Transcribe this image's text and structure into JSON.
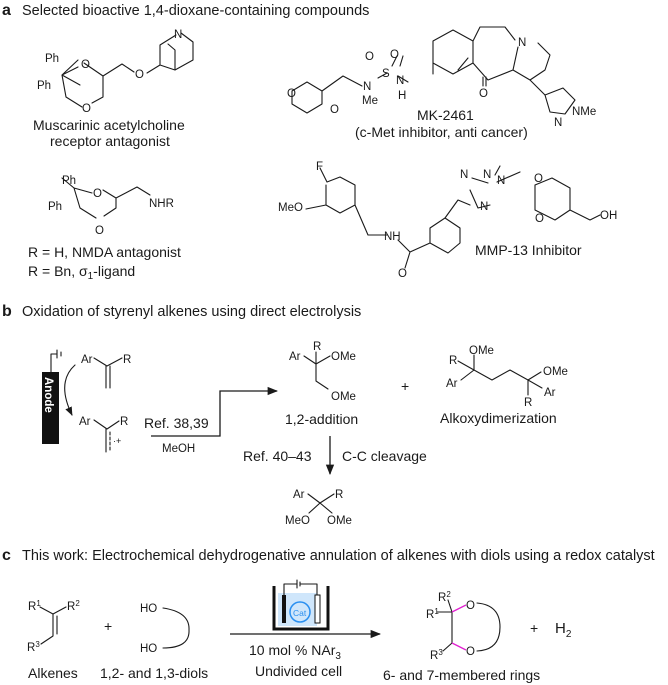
{
  "figure": {
    "panels": [
      {
        "letter": "a",
        "title": "Selected bioactive 1,4-dioxane-containing compounds",
        "compounds": [
          {
            "caption_line1": "Muscarinic acetylcholine",
            "caption_line2": "receptor antagonist",
            "atoms": {
              "ph1": "Ph",
              "ph2": "Ph",
              "o1": "O",
              "o2": "O",
              "o3": "O",
              "n": "N"
            }
          },
          {
            "caption_line1": "MK-2461",
            "caption_line2": "(c-Met inhibitor, anti cancer)",
            "atoms": {
              "o_ring1": "O",
              "o_ring2": "O",
              "n_me": "N",
              "me": "Me",
              "s": "S",
              "o_s1": "O",
              "o_s2": "O",
              "nh_n": "N",
              "nh_h": "H",
              "ketone_o": "O",
              "pyr_n": "N",
              "pz_n": "N",
              "pz_nme": "NMe"
            }
          },
          {
            "caption_line1": "R = H, NMDA antagonist",
            "caption_line2": "R = Bn, σ1-ligand",
            "caption_line2_main": "R = Bn, σ",
            "caption_line2_sub": "1",
            "caption_line2_tail": "-ligand",
            "atoms": {
              "ph1": "Ph",
              "ph2": "Ph",
              "o1": "O",
              "o2": "O",
              "nhr": "NHR"
            }
          },
          {
            "caption_line1": "MMP-13 Inhibitor",
            "atoms": {
              "f": "F",
              "meo": "MeO",
              "nh": "NH",
              "amide_o": "O",
              "tz_n1": "N",
              "tz_n2": "N",
              "tz_n3": "N",
              "tz_n4": "N",
              "o1": "O",
              "o2": "O",
              "oh": "OH"
            }
          }
        ]
      },
      {
        "letter": "b",
        "title": "Oxidation of styrenyl alkenes using direct electrolysis",
        "electrode_label": "Anode",
        "substrate": {
          "ar": "Ar",
          "r": "R"
        },
        "radical_cation": {
          "ar": "Ar",
          "r": "R",
          "charge": "·+"
        },
        "step1": {
          "above": "Ref. 38,39",
          "below": "MeOH"
        },
        "product_addition": {
          "ar": "Ar",
          "r": "R",
          "ome1": "OMe",
          "ome2": "OMe",
          "caption": "1,2-addition"
        },
        "plus": "+",
        "product_dimer": {
          "r1": "R",
          "ar1": "Ar",
          "ome1": "OMe",
          "ome2": "OMe",
          "ar2": "Ar",
          "r2": "R",
          "caption": "Alkoxydimerization"
        },
        "step2": {
          "left": "Ref. 40–43",
          "right": "C-C cleavage"
        },
        "product_cleavage": {
          "ar": "Ar",
          "r": "R",
          "meo": "MeO",
          "ome": "OMe"
        }
      },
      {
        "letter": "c",
        "title": "This work: Electrochemical dehydrogenative annulation of alkenes with diols using a redox catalyst",
        "alkene": {
          "r1": "R",
          "r1_sup": "1",
          "r2": "R",
          "r2_sup": "2",
          "r3": "R",
          "r3_sup": "3",
          "caption": "Alkenes"
        },
        "plus1": "+",
        "diol": {
          "ho1": "HO",
          "ho2": "HO",
          "caption": "1,2- and 1,3-diols"
        },
        "cell": {
          "catalyst_label": "Cat",
          "liquid_color": "#cfe6fb",
          "catalyst_color": "#2a8ff0"
        },
        "conditions": {
          "line1_main": "10 mol % NAr",
          "line1_sub": "3",
          "line2": "Undivided cell"
        },
        "product": {
          "r2": "R",
          "r2_sup": "2",
          "r1": "R",
          "r1_sup": "1",
          "r3": "R",
          "r3_sup": "3",
          "o1": "O",
          "o2": "O",
          "caption": "6- and 7-membered rings",
          "highlight_color": "#e020d0"
        },
        "plus2": "+",
        "h2_main": "H",
        "h2_sub": "2"
      }
    ]
  }
}
